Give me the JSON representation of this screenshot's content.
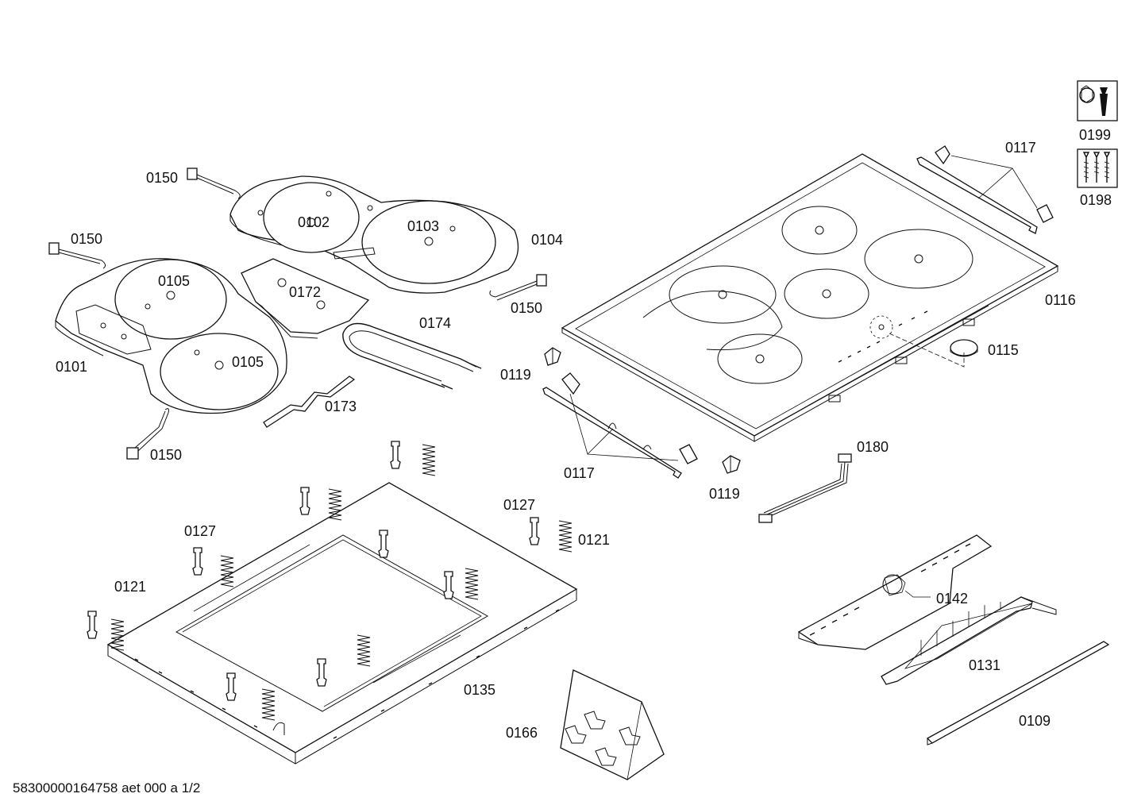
{
  "labels": {
    "p0101": "0101",
    "p0102": "0102",
    "p0103": "0103",
    "p0104": "0104",
    "p0105a": "0105",
    "p0105b": "0105",
    "p0109": "0109",
    "p0115": "0115",
    "p0116": "0116",
    "p0117a": "0117",
    "p0117b": "0117",
    "p0119a": "0119",
    "p0119b": "0119",
    "p0121a": "0121",
    "p0121b": "0121",
    "p0127a": "0127",
    "p0127b": "0127",
    "p0131": "0131",
    "p0135": "0135",
    "p0142": "0142",
    "p0150a": "0150",
    "p0150b": "0150",
    "p0150c": "0150",
    "p0150d": "0150",
    "p0166": "0166",
    "p0172": "0172",
    "p0173": "0173",
    "p0174": "0174",
    "p0180": "0180",
    "p0198": "0198",
    "p0199": "0199"
  },
  "footer": {
    "document_id": "58300000164758 aet 000 a 1/2"
  },
  "icons": {
    "tool_icon": "wrench-tool-icon",
    "screws_icon": "screws-icon"
  }
}
